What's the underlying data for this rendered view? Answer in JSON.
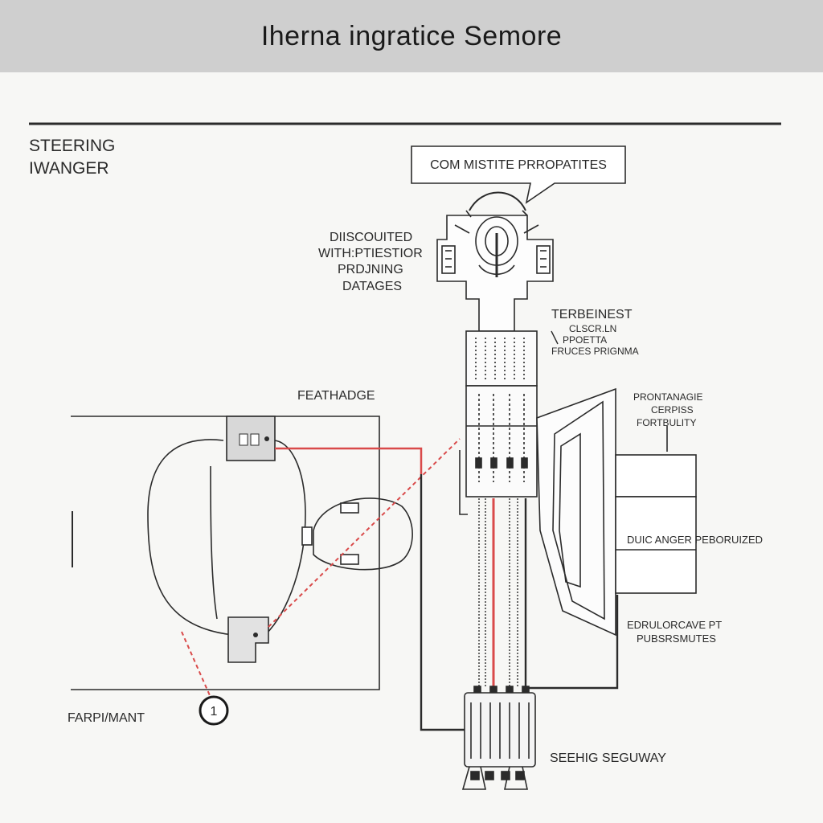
{
  "header": {
    "title": "Iherna ingratice Semore"
  },
  "colors": {
    "wire_red": "#d94a4a",
    "line": "#2b2b2b",
    "header_bg": "#cfcfcf",
    "paper": "#f7f7f5"
  },
  "labels": {
    "steering_line1": "STEERING",
    "steering_line2": "IWANGER",
    "callout": "COM MISTITE PRROPATITES",
    "discouited_1": "DIISCOUITED",
    "discouited_2": "WITH:PTIESTIOR",
    "discouited_3": "PRDJNING",
    "discouited_4": "DATAGES",
    "terbeinfest": "TERBEINEST",
    "cuscr_1": "CLSCR.LN",
    "cuscr_2": "PPOETTA",
    "cuscr_3": "FRUCES PRIGNMA",
    "feathadge": "FEATHADGE",
    "prontanagie_1": "PRONTANAGIE",
    "prontanagie_2": "CERPISS",
    "prontanagie_3": "FORTBULITY",
    "duic": "DUIC ANGER PEBORUIZED",
    "edrul_1": "EDRULORCAVE PT",
    "edrul_2": "PUBSRSMUTES",
    "farpi": "FARPI/MANT",
    "seehig": "SEEHIG SEGUWAY",
    "circle_number": "1"
  }
}
